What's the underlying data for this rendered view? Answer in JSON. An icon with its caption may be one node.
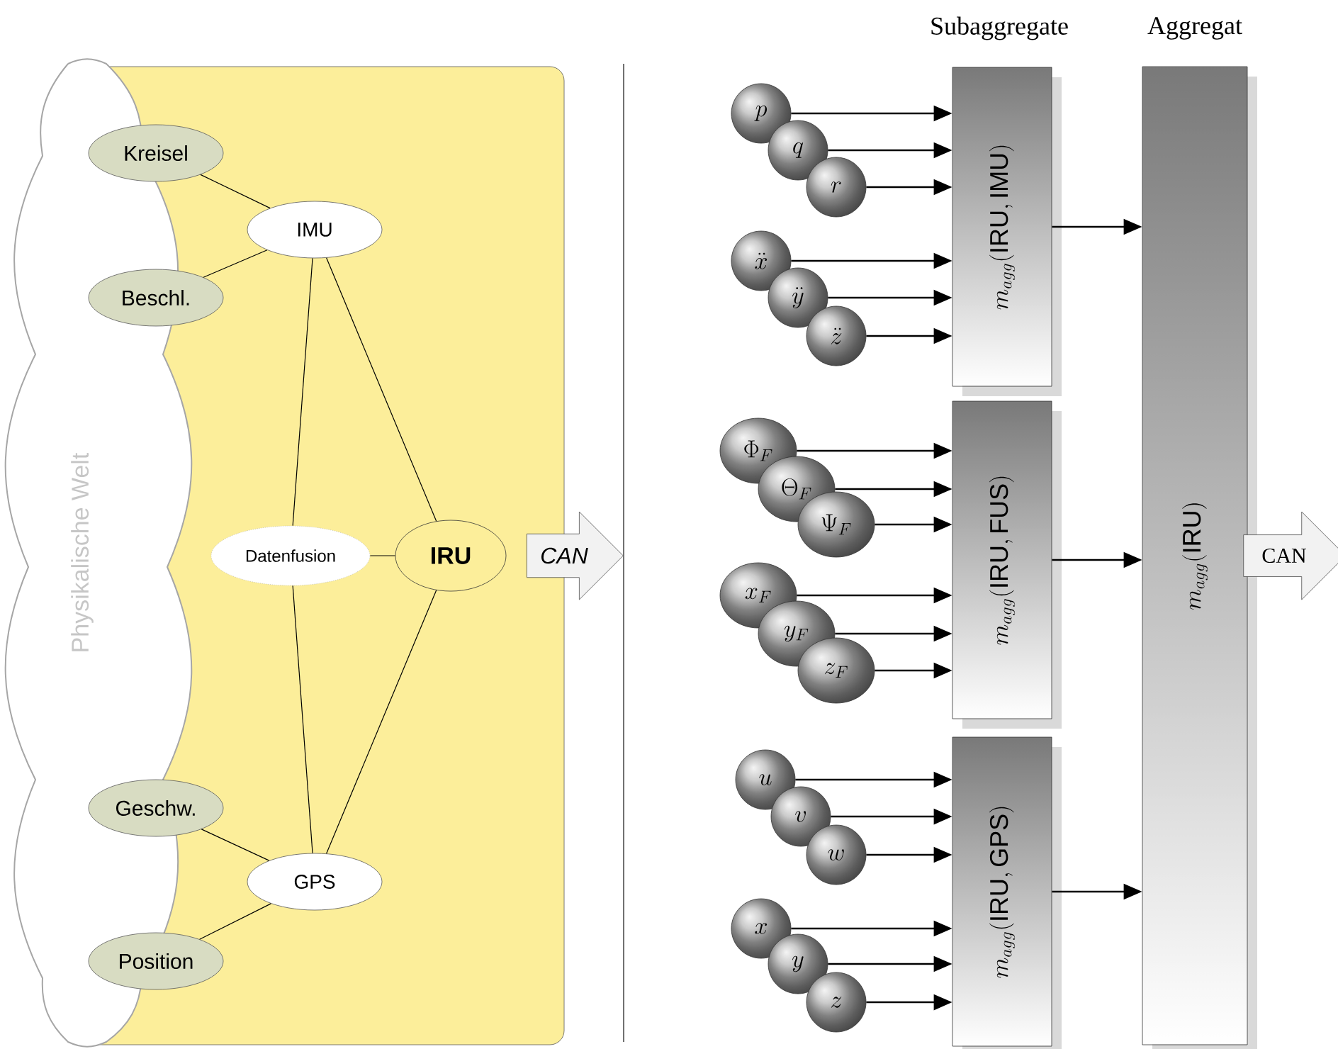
{
  "diagram": {
    "nodes": [
      {
        "text": [
          "Physikalische Welt"
        ]
      },
      {
        "text": [
          "Kreisel"
        ]
      },
      {
        "text": [
          "IMU"
        ]
      },
      {
        "text": [
          "Beschl."
        ]
      },
      {
        "text": [
          "Datenfusion"
        ]
      },
      {
        "text": [
          "IRU"
        ]
      },
      {
        "text": [
          "CAN"
        ]
      },
      {
        "text": [
          "Geschw."
        ]
      },
      {
        "text": [
          "GPS"
        ]
      },
      {
        "text": [
          "Position"
        ]
      },
      {
        "text": [
          "p"
        ]
      },
      {
        "text": [
          "q"
        ]
      },
      {
        "text": [
          "r"
        ]
      },
      {
        "text": [
          "\\ddot{x}"
        ]
      },
      {
        "text": [
          "\\ddot{y}"
        ]
      },
      {
        "text": [
          "\\ddot{z}"
        ]
      },
      {
        "text": [
          "\\Phi_F"
        ]
      },
      {
        "text": [
          "\\Theta_F"
        ]
      },
      {
        "text": [
          "\\Psi_F"
        ]
      },
      {
        "text": [
          "x_F"
        ]
      },
      {
        "text": [
          "y_F"
        ]
      },
      {
        "text": [
          "z_F"
        ]
      },
      {
        "text": [
          "u"
        ]
      },
      {
        "text": [
          "v"
        ]
      },
      {
        "text": [
          "w"
        ]
      },
      {
        "text": [
          "x"
        ]
      },
      {
        "text": [
          "y"
        ]
      },
      {
        "text": [
          "z"
        ]
      },
      {
        "text": [
          "m_{agg}(\\mathrm{IRU}, \\mathrm{IMU})"
        ]
      },
      {
        "text": [
          "m_{agg}(\\mathrm{IRU}, \\mathrm{FUS})"
        ]
      },
      {
        "text": [
          "m_{agg}(\\mathrm{IRU}, \\mathrm{GPS})"
        ]
      },
      {
        "text": [
          "m_{agg}(\\mathrm{IRU})"
        ]
      },
      {
        "text": [
          "CAN"
        ]
      }
    ],
    "edges": [
      {
        "from": 1,
        "to": 2,
        "arrow": "none"
      },
      {
        "from": 3,
        "to": 2,
        "arrow": "none"
      },
      {
        "from": 2,
        "to": 4,
        "arrow": "none"
      },
      {
        "from": 2,
        "to": 5,
        "arrow": "none"
      },
      {
        "from": 4,
        "to": 5,
        "arrow": "none"
      },
      {
        "from": 4,
        "to": 8,
        "arrow": "none"
      },
      {
        "from": 5,
        "to": 8,
        "arrow": "none"
      },
      {
        "from": 7,
        "to": 8,
        "arrow": "none"
      },
      {
        "from": 9,
        "to": 8,
        "arrow": "none"
      },
      {
        "from": 10,
        "to": 28,
        "arrow": "to"
      },
      {
        "from": 11,
        "to": 28,
        "arrow": "to"
      },
      {
        "from": 12,
        "to": 28,
        "arrow": "to"
      },
      {
        "from": 13,
        "to": 28,
        "arrow": "to"
      },
      {
        "from": 14,
        "to": 28,
        "arrow": "to"
      },
      {
        "from": 15,
        "to": 28,
        "arrow": "to"
      },
      {
        "from": 16,
        "to": 29,
        "arrow": "to"
      },
      {
        "from": 17,
        "to": 29,
        "arrow": "to"
      },
      {
        "from": 18,
        "to": 29,
        "arrow": "to"
      },
      {
        "from": 19,
        "to": 29,
        "arrow": "to"
      },
      {
        "from": 20,
        "to": 29,
        "arrow": "to"
      },
      {
        "from": 21,
        "to": 29,
        "arrow": "to"
      },
      {
        "from": 22,
        "to": 30,
        "arrow": "to"
      },
      {
        "from": 23,
        "to": 30,
        "arrow": "to"
      },
      {
        "from": 24,
        "to": 30,
        "arrow": "to"
      },
      {
        "from": 25,
        "to": 30,
        "arrow": "to"
      },
      {
        "from": 26,
        "to": 30,
        "arrow": "to"
      },
      {
        "from": 27,
        "to": 30,
        "arrow": "to"
      },
      {
        "from": 28,
        "to": 31,
        "arrow": "to"
      },
      {
        "from": 29,
        "to": 31,
        "arrow": "to"
      },
      {
        "from": 30,
        "to": 31,
        "arrow": "to"
      }
    ],
    "labels": [
      "Subaggregate",
      "Aggregat"
    ]
  }
}
